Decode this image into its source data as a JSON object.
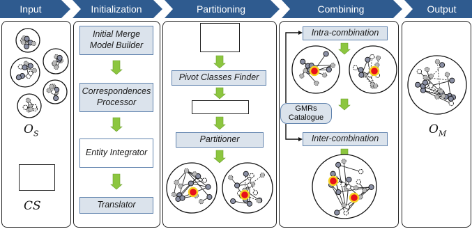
{
  "headers": [
    "Input",
    "Initialization",
    "Partitioning",
    "Combining",
    "Output"
  ],
  "colors": {
    "header": "#2f5b8f",
    "arrow": "#8cc63f",
    "box": "#dbe3ec",
    "box_border": "#5f82ad",
    "highlight": "#e8101a",
    "highlight_ring": "#f6d323"
  },
  "input": {
    "os_label": "O",
    "os_sub": "S",
    "cs_label": "CS"
  },
  "initialization": {
    "steps": [
      "Initial Merge Model Builder",
      "Correspondences Processor",
      "Entity Integrator",
      "Translator"
    ]
  },
  "partitioning": {
    "steps": [
      "Pivot Classes Finder",
      "Partitioner"
    ]
  },
  "combining": {
    "intra": "Intra-combination",
    "catalogue": "GMRs Catalogue",
    "inter": "Inter-combination"
  },
  "output": {
    "om_label": "O",
    "om_sub": "M"
  }
}
